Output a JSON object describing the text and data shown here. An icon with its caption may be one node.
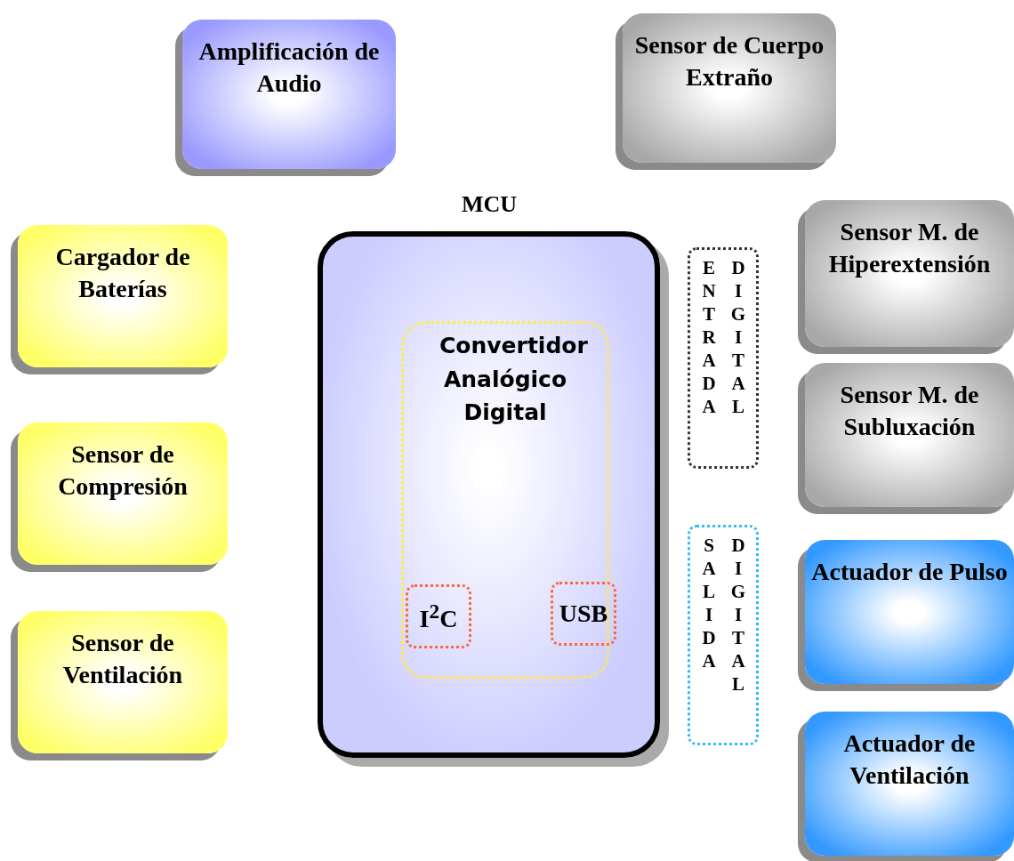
{
  "diagram": {
    "nodes": [
      {
        "text": [
          "Amplificación de Audio"
        ]
      },
      {
        "text": [
          "Sensor de Cuerpo Extraño"
        ]
      },
      {
        "text": [
          "MCU"
        ]
      },
      {
        "text": [
          "Convertidor Analógico Digital"
        ],
        "in": 2
      },
      {
        "text": [
          "I$^{2}$C"
        ],
        "in": 3
      },
      {
        "text": [
          "USB"
        ],
        "in": 3
      },
      {
        "text": [
          "Cargador de Baterías"
        ]
      },
      {
        "text": [
          "ENTRADA",
          "DIGITAL"
        ]
      },
      {
        "text": [
          "Sensor M. de Hiperextensión"
        ]
      },
      {
        "text": [
          "Sensor M. de Subluxación"
        ]
      },
      {
        "text": [
          "Sensor de Compresión"
        ]
      },
      {
        "text": [
          "SALIDA",
          "DIGITAL"
        ]
      },
      {
        "text": [
          "Actuador de Pulso"
        ]
      },
      {
        "text": [
          "Sensor de Ventilación"
        ]
      },
      {
        "text": [
          "Actuador de Ventilación"
        ]
      }
    ]
  }
}
